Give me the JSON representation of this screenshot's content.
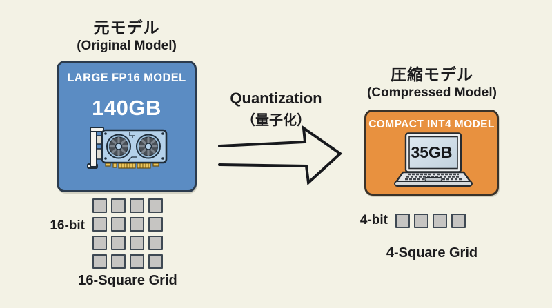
{
  "colors": {
    "background": "#f3f2e5",
    "original_box_fill": "#5b8cc3",
    "original_box_border": "#2b3b4d",
    "compressed_box_fill": "#e8913f",
    "compressed_box_border": "#3a332a",
    "bit_square_fill": "#c6c5c2",
    "bit_square_border": "#3e4953",
    "text": "#1c1c1e"
  },
  "original_model": {
    "title_jp": "元モデル",
    "title_en": "(Original Model)",
    "box_label": "LARGE FP16 MODEL",
    "size": "140GB",
    "icon": "gpu-icon",
    "bit_label": "16-bit",
    "grid_label": "16-Square Grid",
    "square_count": 16
  },
  "transform": {
    "label_en": "Quantization",
    "label_jp": "（量子化）",
    "icon": "arrow-right-icon"
  },
  "compressed_model": {
    "title_jp": "圧縮モデル",
    "title_en": "(Compressed Model)",
    "box_label": "COMPACT INT4 MODEL",
    "size": "35GB",
    "icon": "laptop-icon",
    "bit_label": "4-bit",
    "grid_label": "4-Square Grid",
    "square_count": 4
  }
}
